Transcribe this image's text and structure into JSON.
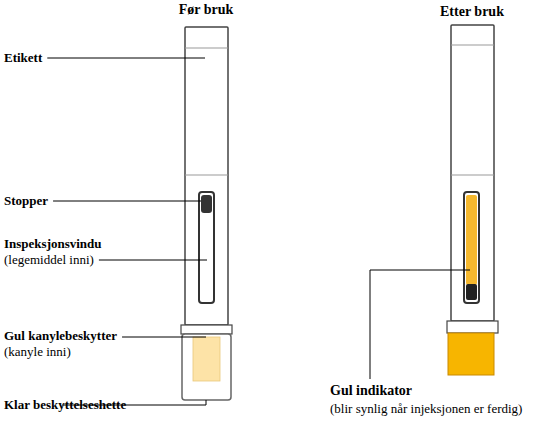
{
  "diagram": {
    "labels": [
      "Før bruk",
      "Etter bruk",
      "Etikett",
      "Stopper",
      "Inspeksjonsvindu",
      "(legemiddel inni)",
      "Gul kanylebeskytter",
      "(kanyle inni)",
      "Klar beskyttelseshette",
      "Gul indikator",
      "(blir synlig når injeksjonen er ferdig)"
    ]
  }
}
